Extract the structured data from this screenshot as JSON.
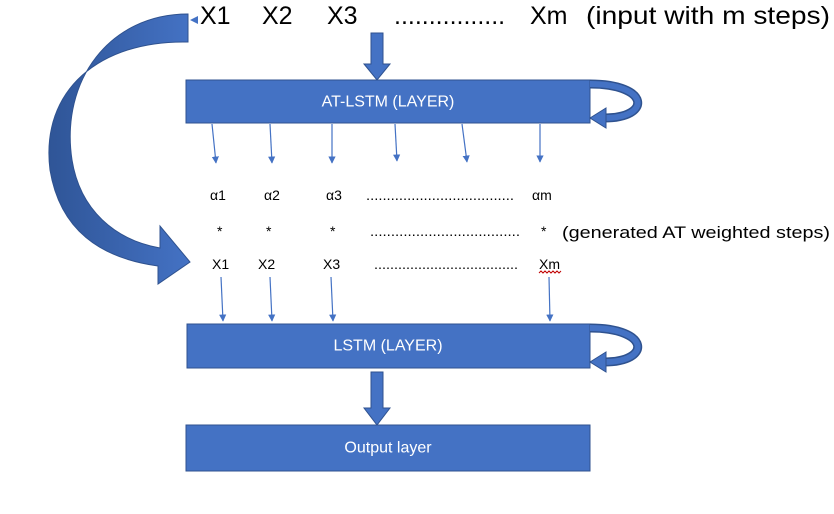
{
  "input_row": {
    "x1": "X1",
    "x2": "X2",
    "x3": "X3",
    "dots": "................",
    "xm": "Xm",
    "note": "(input with m steps)"
  },
  "at_lstm_layer": {
    "label": "AT-LSTM (LAYER)"
  },
  "alpha_row": {
    "a1": "α1",
    "a2": "α2",
    "a3": "α3",
    "dots": "....................................",
    "am": "αm"
  },
  "multiply_row": {
    "s1": "*",
    "s2": "*",
    "s3": "*",
    "dots": "....................................",
    "sm": "*",
    "note": "(generated AT weighted steps)"
  },
  "weighted_x_row": {
    "x1": "X1",
    "x2": "X2",
    "x3": "X3",
    "dots": "....................................",
    "xm": "Xm"
  },
  "lstm_layer": {
    "label": "LSTM (LAYER)"
  },
  "output_layer": {
    "label": "Output layer"
  },
  "colors": {
    "box_fill": "#4472C4",
    "box_stroke": "#2F528F",
    "arrow": "#4472C4",
    "squiggle": "#C00000"
  }
}
